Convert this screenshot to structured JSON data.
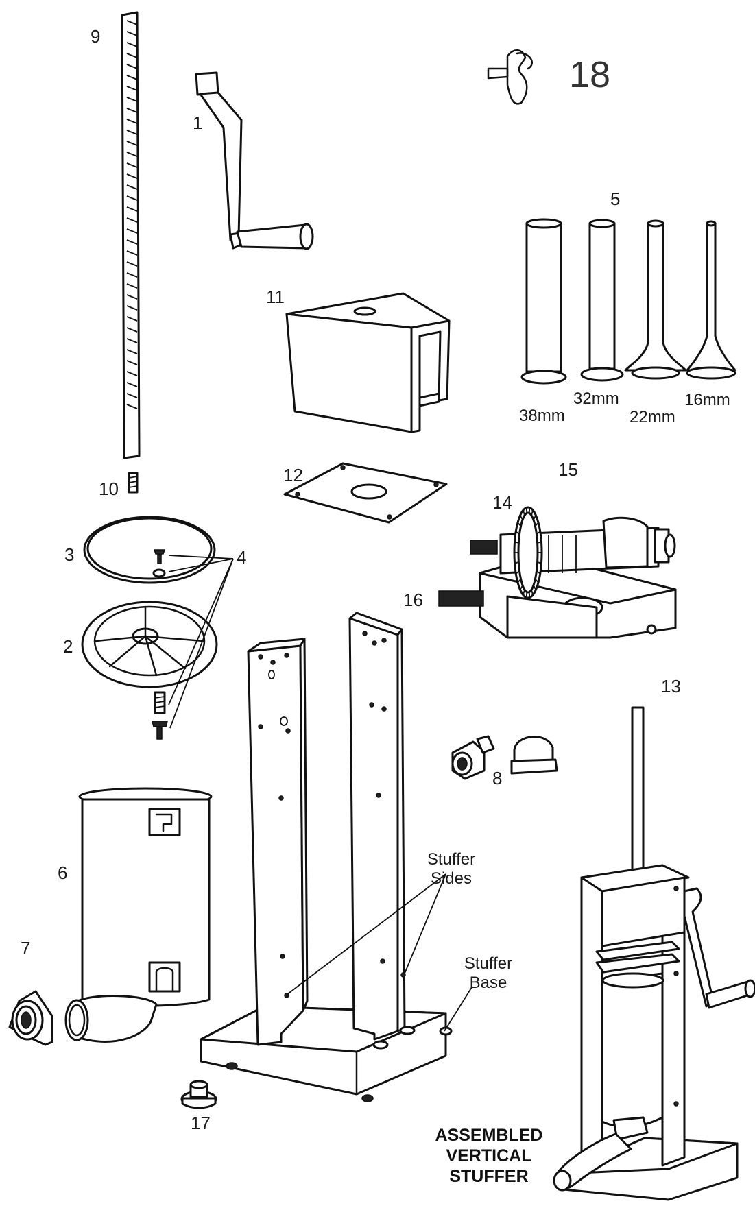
{
  "parts": {
    "p1": "1",
    "p2": "2",
    "p3": "3",
    "p4": "4",
    "p5": "5",
    "p6": "6",
    "p7": "7",
    "p8": "8",
    "p9": "9",
    "p10": "10",
    "p11": "11",
    "p12": "12",
    "p13": "13",
    "p14": "14",
    "p15": "15",
    "p16": "16",
    "p17": "17",
    "p18": "18"
  },
  "tube_sizes": [
    "38mm",
    "32mm",
    "22mm",
    "16mm"
  ],
  "callouts": {
    "stuffer_sides": "Stuffer Sides",
    "stuffer_base": "Stuffer Base"
  },
  "assembled_title": [
    "ASSEMBLED",
    "VERTICAL",
    "STUFFER"
  ]
}
